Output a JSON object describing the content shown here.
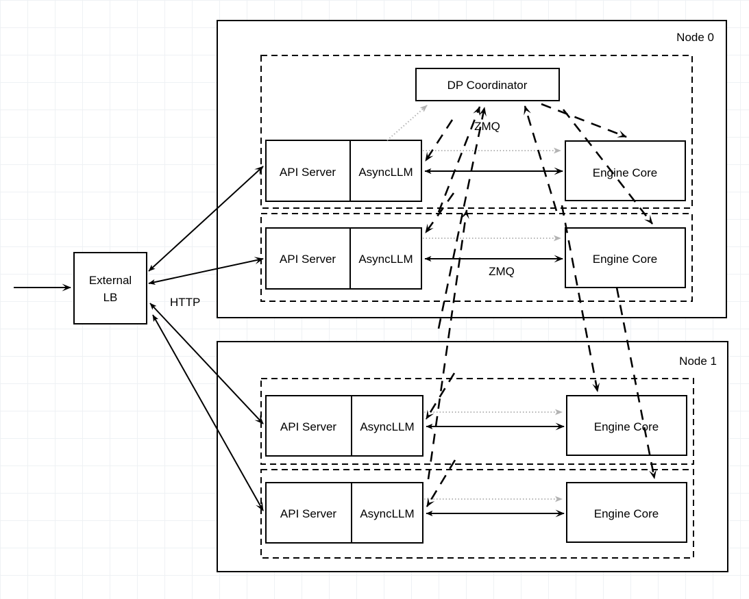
{
  "diagram": {
    "title": "vLLM data-parallel deployment topology",
    "colors": {
      "stroke": "#000000",
      "background": "#ffffff",
      "grid": "#eef1f4",
      "dotted_arrow": "#b3b3b3"
    },
    "external": {
      "lb_label_line1": "External",
      "lb_label_line2": "LB",
      "http_label": "HTTP"
    },
    "coordinator": {
      "label": "DP Coordinator",
      "zmq_label_top": "ZMQ",
      "zmq_label_mid": "ZMQ"
    },
    "nodes": [
      {
        "label": "Node 0",
        "groups": [
          {
            "api_server": "API Server",
            "async_llm": "AsyncLLM",
            "engine_core": "Engine Core"
          },
          {
            "api_server": "API Server",
            "async_llm": "AsyncLLM",
            "engine_core": "Engine Core"
          }
        ]
      },
      {
        "label": "Node 1",
        "groups": [
          {
            "api_server": "API Server",
            "async_llm": "AsyncLLM",
            "engine_core": "Engine Core"
          },
          {
            "api_server": "API Server",
            "async_llm": "AsyncLLM",
            "engine_core": "Engine Core"
          }
        ]
      }
    ]
  }
}
